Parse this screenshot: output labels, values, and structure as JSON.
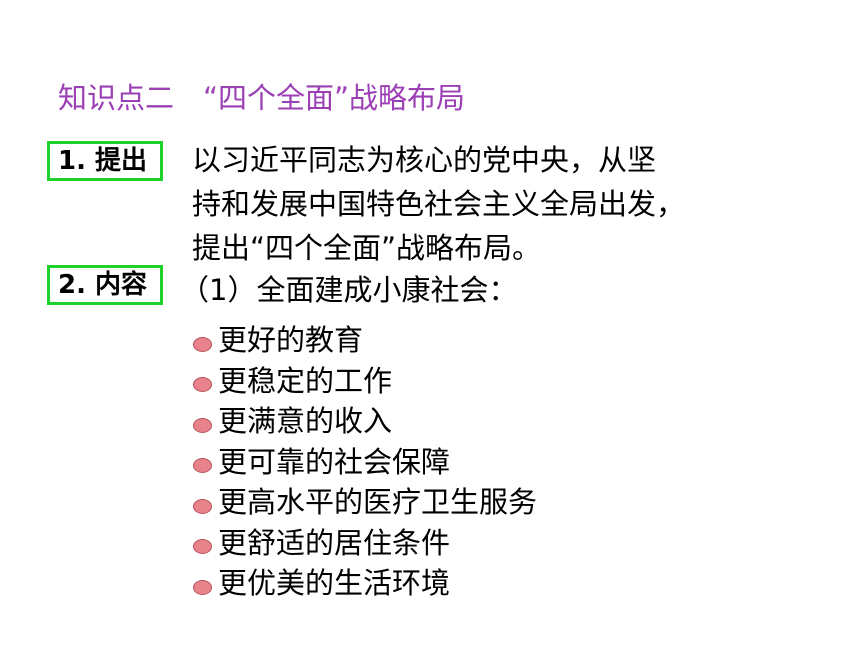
{
  "heading": "知识点二　“四个全面”战略布局",
  "sections": [
    {
      "tag": "1. 提出",
      "lines": [
        "以习近平同志为核心的党中央，从坚",
        "持和发展中国特色社会主义全局出发，",
        "提出“四个全面”战略布局。"
      ]
    },
    {
      "tag": "2. 内容",
      "subheading": "（1）全面建成小康社会：",
      "bullets": [
        "更好的教育",
        "更稳定的工作",
        "更满意的收入",
        "更可靠的社会保障",
        "更高水平的医疗卫生服务",
        "更舒适的居住条件",
        "更优美的生活环境"
      ]
    }
  ],
  "colors": {
    "heading": "#9b3fb5",
    "tag_border": "#1fd12b",
    "bullet": "#e8838c"
  }
}
